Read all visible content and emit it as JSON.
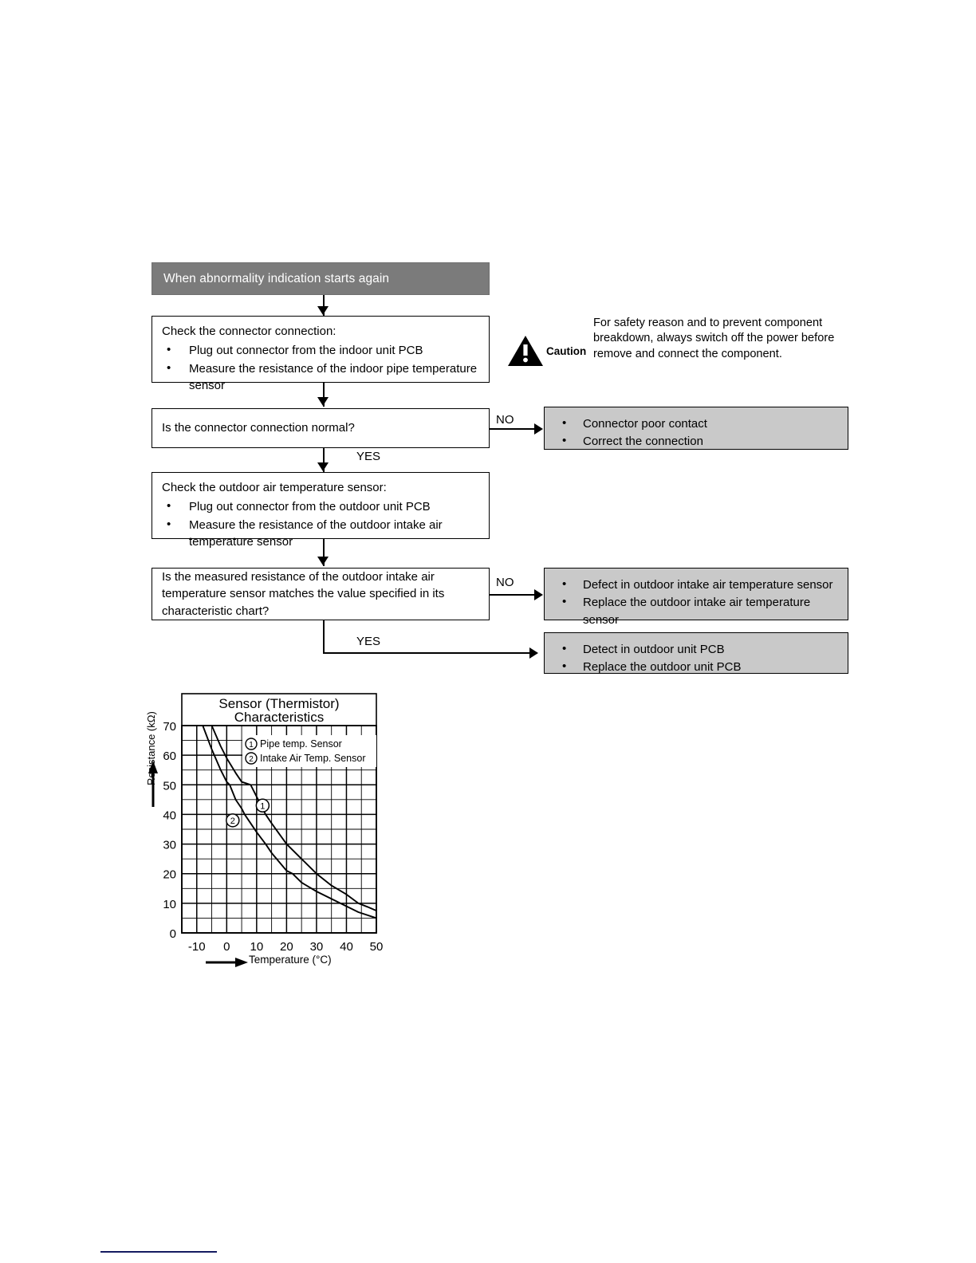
{
  "flow": {
    "header": "When abnormality indication starts again",
    "step1": {
      "title": "Check the connector connection:",
      "bullets": [
        "Plug out connector from the indoor unit PCB",
        "Measure the resistance of the indoor pipe temperature sensor"
      ]
    },
    "decision1": {
      "question": "Is the connector connection normal?",
      "no_label": "NO",
      "yes_label": "YES"
    },
    "result1": {
      "bullets": [
        "Connector poor contact",
        "Correct the connection"
      ]
    },
    "step2": {
      "title": "Check the outdoor air temperature sensor:",
      "bullets": [
        "Plug out connector from the outdoor unit PCB",
        "Measure the resistance of the outdoor intake air temperature sensor"
      ]
    },
    "decision2": {
      "question": "Is the measured resistance of the outdoor intake air temperature sensor matches the value specified in its characteristic chart?",
      "no_label": "NO",
      "yes_label": "YES"
    },
    "result2": {
      "bullets": [
        "Defect in outdoor intake air temperature sensor",
        "Replace the outdoor intake air temperature sensor"
      ]
    },
    "result3": {
      "bullets": [
        "Detect in outdoor unit PCB",
        "Replace the outdoor unit PCB"
      ]
    }
  },
  "caution": {
    "label": "Caution",
    "text": "For safety reason and to prevent component breakdown, always switch off the power before remove and connect the component."
  },
  "colors": {
    "header_bar": "#7b7b7b",
    "result_box": "#c9c9c9",
    "footer_rule": "#141a60",
    "line": "#000000"
  },
  "chart_data": {
    "type": "line",
    "title": "Sensor (Thermistor) Characteristics",
    "xlabel": "Temperature (°C)",
    "ylabel": "Resistance (kΩ)",
    "xlim": [
      -15,
      50
    ],
    "ylim": [
      0,
      70
    ],
    "xticks": [
      -10,
      0,
      10,
      20,
      30,
      40,
      50
    ],
    "yticks": [
      0,
      10,
      20,
      30,
      40,
      50,
      60,
      70
    ],
    "x_minor_step": 5,
    "y_minor_step": 5,
    "grid": true,
    "legend_position": "inside-top-right",
    "legend": [
      {
        "marker": "①",
        "name": "Pipe temp. Sensor"
      },
      {
        "marker": "②",
        "name": "Intake Air Temp. Sensor"
      }
    ],
    "annotations": [
      {
        "marker": "①",
        "x": 12,
        "y": 43
      },
      {
        "marker": "②",
        "x": 2,
        "y": 38
      }
    ],
    "series": [
      {
        "name": "Pipe temp. Sensor",
        "marker": "①",
        "x": [
          -5,
          -2,
          0,
          3,
          5,
          8,
          10,
          13,
          15,
          20,
          25,
          30,
          35,
          40,
          44,
          47,
          50
        ],
        "y": [
          70,
          63,
          59,
          54,
          51,
          50,
          46,
          40,
          37,
          30,
          25,
          20,
          16,
          13,
          10,
          8.8,
          7.5
        ]
      },
      {
        "name": "Intake Air Temp. Sensor",
        "marker": "②",
        "x": [
          -8,
          -5,
          -2,
          0,
          1,
          3,
          5,
          6,
          10,
          13,
          15,
          20,
          22,
          25,
          30,
          38,
          44,
          50
        ],
        "y": [
          70,
          62,
          55,
          51,
          50,
          45,
          42,
          40,
          34,
          30,
          27,
          21,
          20,
          17,
          14,
          10,
          7,
          5
        ]
      }
    ]
  }
}
